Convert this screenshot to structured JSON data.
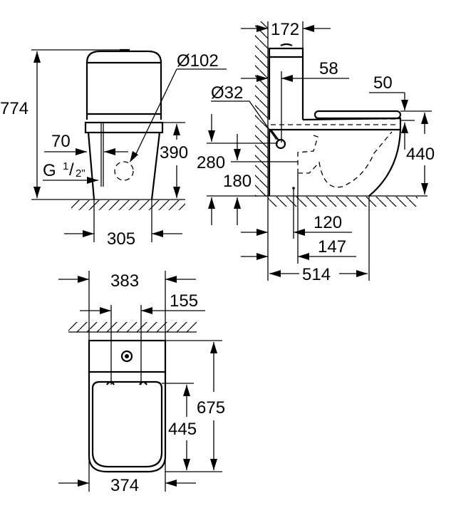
{
  "front_view": {
    "height_total": "774",
    "diameter_outlet": "Ø102",
    "inlet_offset": "70",
    "inlet_thread": "G",
    "inlet_thread_num": "1",
    "inlet_thread_den": "2\"",
    "inlet_height": "390",
    "base_width": "305"
  },
  "side_view": {
    "tank_depth": "172",
    "inlet_offset_wall": "58",
    "seat_thickness": "50",
    "overflow_diameter": "Ø32",
    "overflow_height": "280",
    "outlet_height": "180",
    "seat_height": "440",
    "outlet_axis_from_wall": "120",
    "outlet_center_from_wall": "147",
    "total_depth": "514"
  },
  "top_view": {
    "total_width": "383",
    "fixing_spacing": "155",
    "total_length": "675",
    "bowl_length": "445",
    "bowl_width": "374"
  }
}
